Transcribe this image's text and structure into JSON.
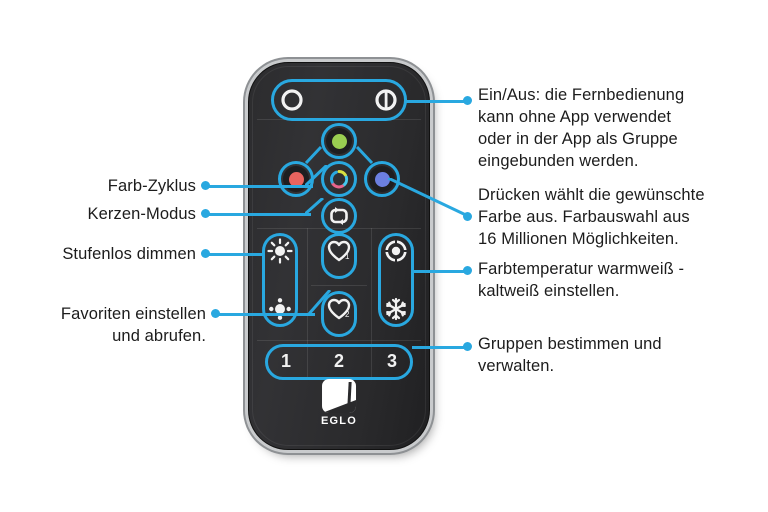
{
  "product": {
    "brand": "EGLO",
    "device": "remote-control"
  },
  "colors": {
    "accent": "#29a8e0",
    "body": "#2c2c2e",
    "text": "#1c1c1c",
    "red_button": "#e8645f",
    "green_button": "#9ace51",
    "blue_button": "#6c7fe0"
  },
  "remote": {
    "power_row": {
      "off_label": "power-off",
      "on_label": "power-on"
    },
    "color_pad": {
      "green": "green-color-button",
      "red": "red-color-button",
      "blue": "blue-color-button",
      "cycle": "color-cycle-button"
    },
    "candle_button": "candle-mode-button",
    "dimmer": {
      "up": "brightness-up-button",
      "down": "brightness-down-button"
    },
    "favorites": {
      "one": "favorite-1-button",
      "two": "favorite-2-button"
    },
    "temperature": {
      "warm": "warm-white-button",
      "cold": "cold-white-button"
    },
    "groups": {
      "items": [
        "1",
        "2",
        "3"
      ]
    }
  },
  "annotations": {
    "left": [
      {
        "id": "farb-zyklus",
        "text": "Farb-Zyklus"
      },
      {
        "id": "kerzen-modus",
        "text": "Kerzen-Modus"
      },
      {
        "id": "stufenlos-dimmen",
        "text": "Stufenlos dimmen"
      },
      {
        "id": "favoriten-line1",
        "text": "Favoriten einstellen"
      },
      {
        "id": "favoriten-line2",
        "text": "und abrufen."
      }
    ],
    "right": [
      {
        "id": "ein-aus",
        "lines": [
          "Ein/Aus:  die Fernbedienung",
          "kann ohne App verwendet",
          "oder in der App als Gruppe",
          "eingebunden werden."
        ]
      },
      {
        "id": "farbauswahl",
        "lines": [
          "Drücken wählt die gewünschte",
          "Farbe aus. Farbauswahl aus",
          "16 Millionen Möglichkeiten."
        ]
      },
      {
        "id": "farbtemperatur",
        "lines": [
          "Farbtemperatur warmweiß -",
          "kaltweiß einstellen."
        ]
      },
      {
        "id": "gruppen",
        "lines": [
          "Gruppen bestimmen und",
          "verwalten."
        ]
      }
    ]
  }
}
